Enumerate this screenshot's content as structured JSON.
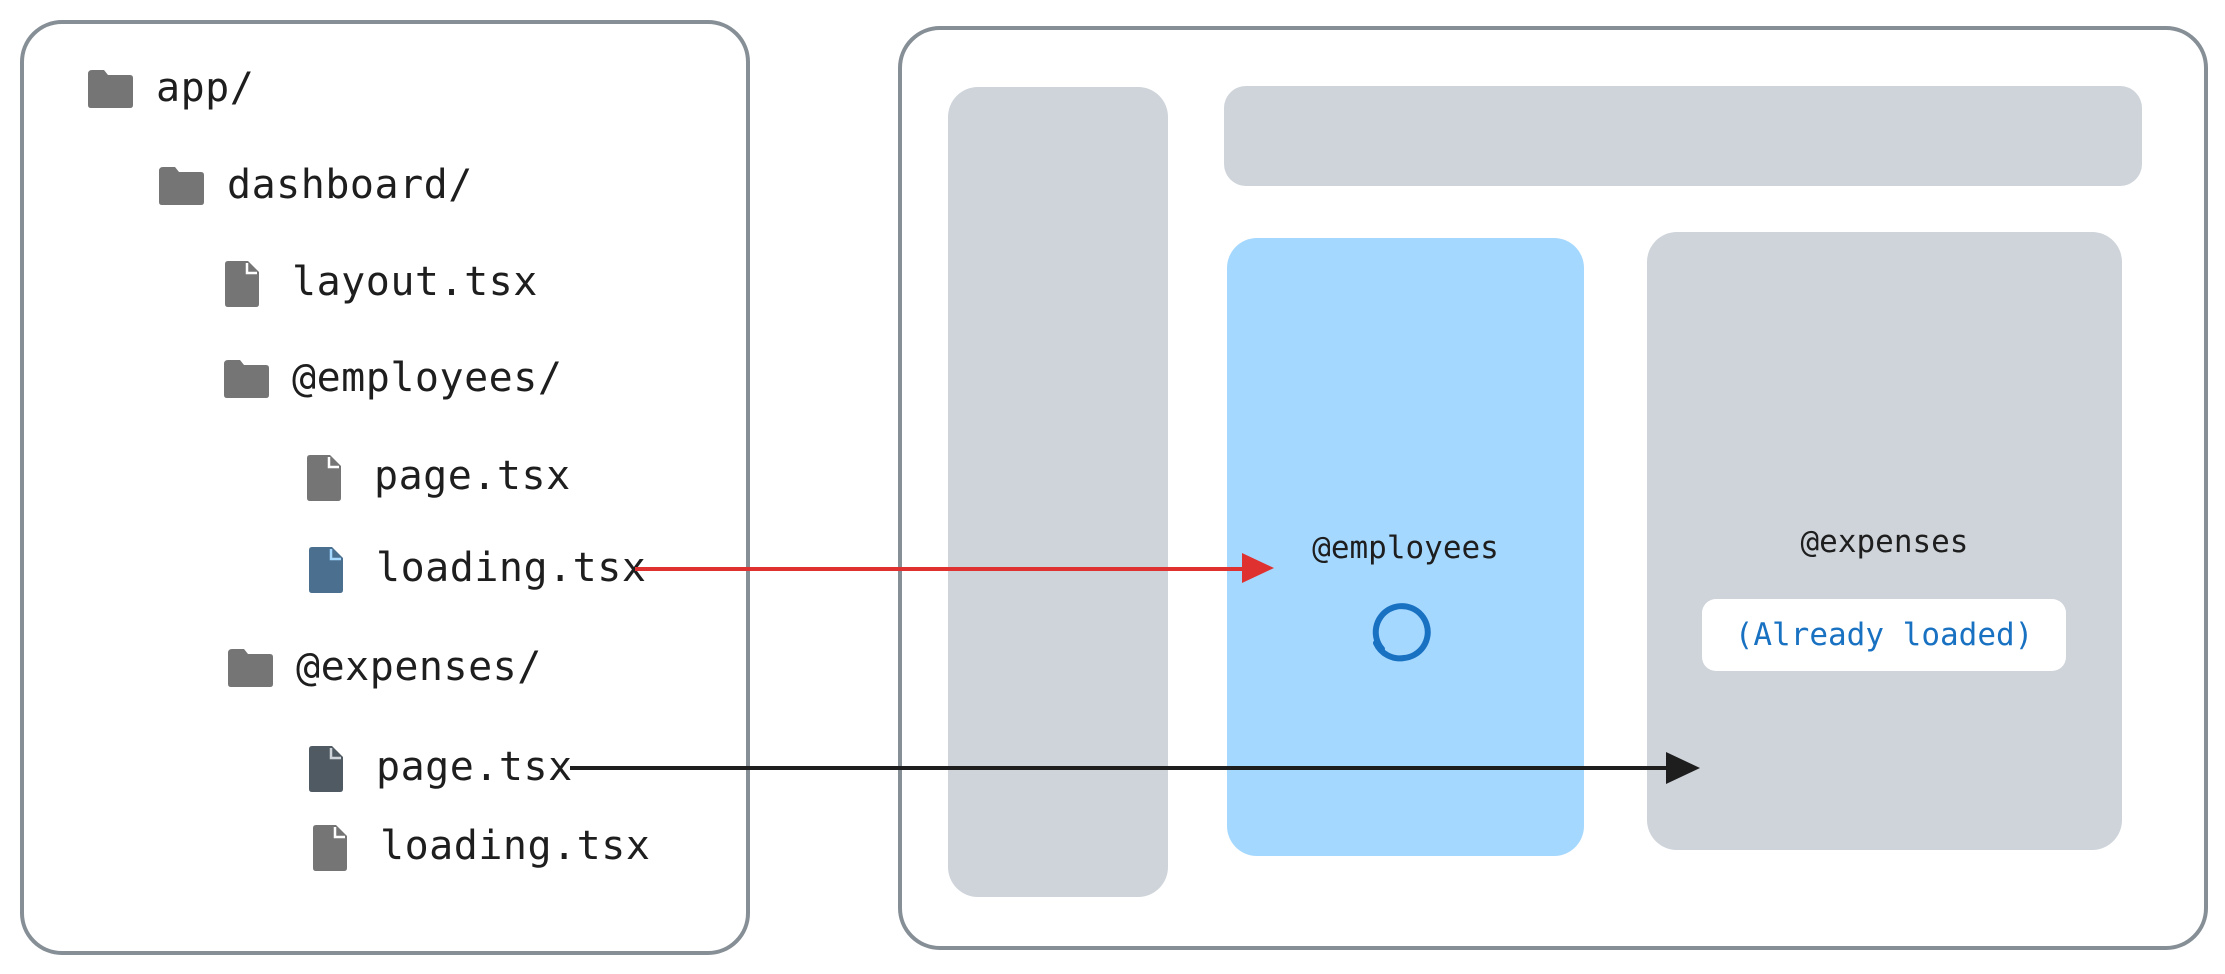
{
  "tree": {
    "items": [
      {
        "type": "folder",
        "name": "app/"
      },
      {
        "type": "folder",
        "name": "dashboard/"
      },
      {
        "type": "file",
        "name": "layout.tsx"
      },
      {
        "type": "folder",
        "name": "@employees/"
      },
      {
        "type": "file",
        "name": "page.tsx"
      },
      {
        "type": "file",
        "name": "loading.tsx",
        "highlight": "blue"
      },
      {
        "type": "folder",
        "name": "@expenses/"
      },
      {
        "type": "file",
        "name": "page.tsx",
        "highlight": "gray"
      },
      {
        "type": "file",
        "name": "loading.tsx"
      }
    ]
  },
  "preview": {
    "employees_slot": {
      "label": "@employees",
      "state": "loading-spinner"
    },
    "expenses_slot": {
      "label": "@expenses",
      "note": "(Already loaded)"
    }
  },
  "colors": {
    "panel_border": "#868e96",
    "gray_block": "#ced4da",
    "blue_block": "#a5d8ff",
    "icon_gray": "#757575",
    "icon_dark": "#505a63",
    "icon_blue_hl": "#4a6f8f",
    "spinner": "#1971c2",
    "arrow_red": "#e03131",
    "arrow_black": "#1e1e1e"
  },
  "icons": {
    "folder": "folder-icon",
    "file": "file-icon",
    "spinner": "loading-spinner-icon"
  }
}
